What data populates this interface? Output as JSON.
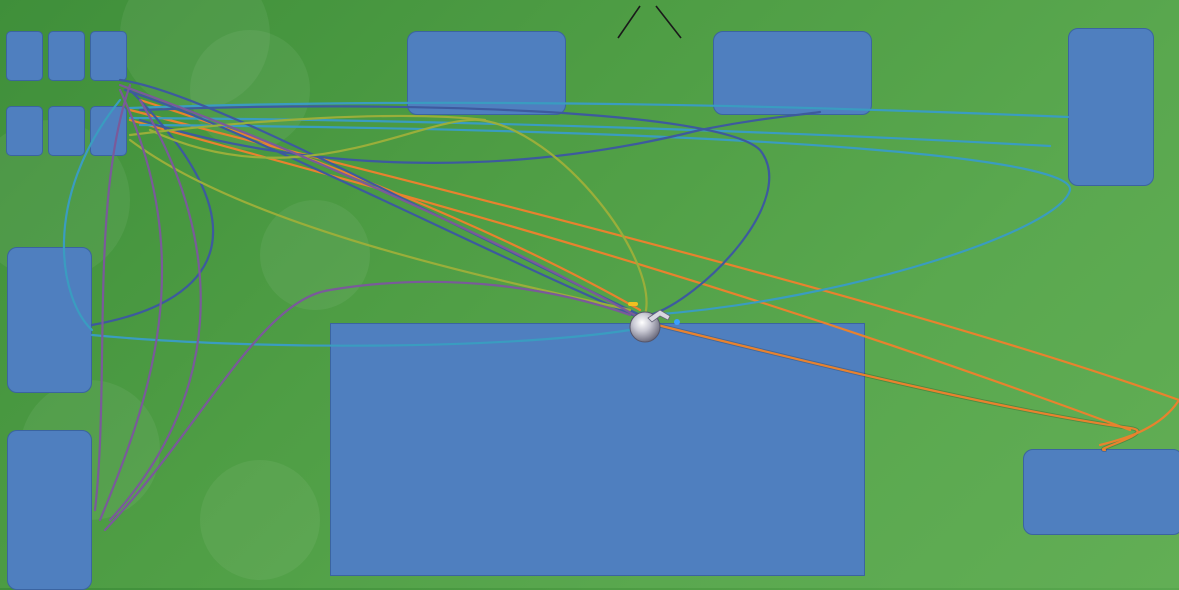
{
  "colors": {
    "background": "#4f9e45",
    "box_fill": "#4f7fbf",
    "box_border": "#3b64a0",
    "wire_orange": "#e8822e",
    "wire_teal": "#3a9cc0",
    "wire_blue": "#3d5a9e",
    "wire_olive": "#9aae3a",
    "wire_purple": "#7a5a9a",
    "hub_metal": "#b9b9c4"
  },
  "icons": {
    "hub": "faucet-sphere-icon",
    "top_marker": "caret-up-icon"
  },
  "boxes": [
    "small-tile-1",
    "small-tile-2",
    "small-tile-3",
    "small-tile-4",
    "small-tile-5",
    "small-tile-6",
    "top-center-panel-1",
    "top-center-panel-2",
    "right-tall-panel",
    "left-middle-panel",
    "left-bottom-panel",
    "main-canvas-panel",
    "right-bottom-panel"
  ]
}
